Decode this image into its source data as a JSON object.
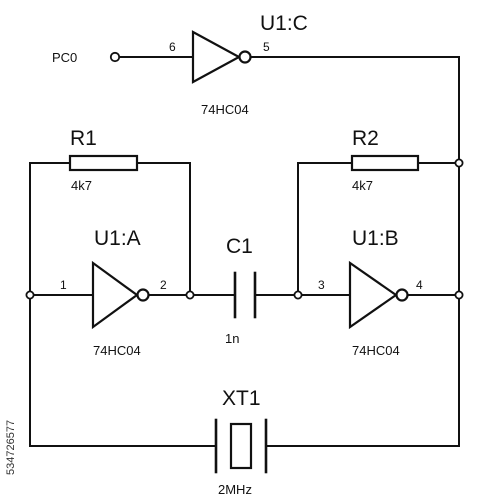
{
  "port": {
    "label": "PC0"
  },
  "u1c": {
    "ref": "U1:C",
    "part": "74HC04",
    "pin_in": "6",
    "pin_out": "5"
  },
  "u1a": {
    "ref": "U1:A",
    "part": "74HC04",
    "pin_in": "1",
    "pin_out": "2"
  },
  "u1b": {
    "ref": "U1:B",
    "part": "74HC04",
    "pin_in": "3",
    "pin_out": "4"
  },
  "r1": {
    "ref": "R1",
    "value": "4k7"
  },
  "r2": {
    "ref": "R2",
    "value": "4k7"
  },
  "c1": {
    "ref": "C1",
    "value": "1n"
  },
  "xt1": {
    "ref": "XT1",
    "value": "2MHz"
  },
  "watermark": {
    "id": "534726577"
  }
}
